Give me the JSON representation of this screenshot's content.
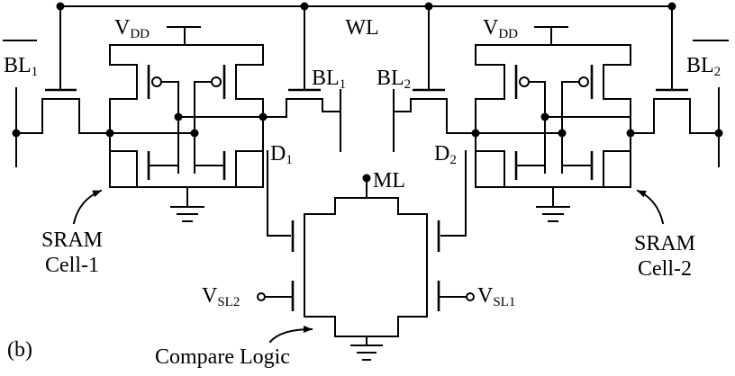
{
  "labels": {
    "wl": "WL",
    "vdd_left_main": "V",
    "vdd_left_sub": "DD",
    "vdd_right_main": "V",
    "vdd_right_sub": "DD",
    "blbar1_main": "BL",
    "blbar1_sub": "1",
    "bl1_main": "BL",
    "bl1_sub": "1",
    "bl2_main": "BL",
    "bl2_sub": "2",
    "blbar2_main": "BL",
    "blbar2_sub": "2",
    "d1_main": "D",
    "d1_sub": "1",
    "d2_main": "D",
    "d2_sub": "2",
    "ml": "ML",
    "vsl2_main": "V",
    "vsl2_sub": "SL2",
    "vsl1_main": "V",
    "vsl1_sub": "SL1",
    "sram1_line1": "SRAM",
    "sram1_line2": "Cell-1",
    "sram2_line1": "SRAM",
    "sram2_line2": "Cell-2",
    "compare_logic": "Compare Logic",
    "panel": "(b)"
  }
}
